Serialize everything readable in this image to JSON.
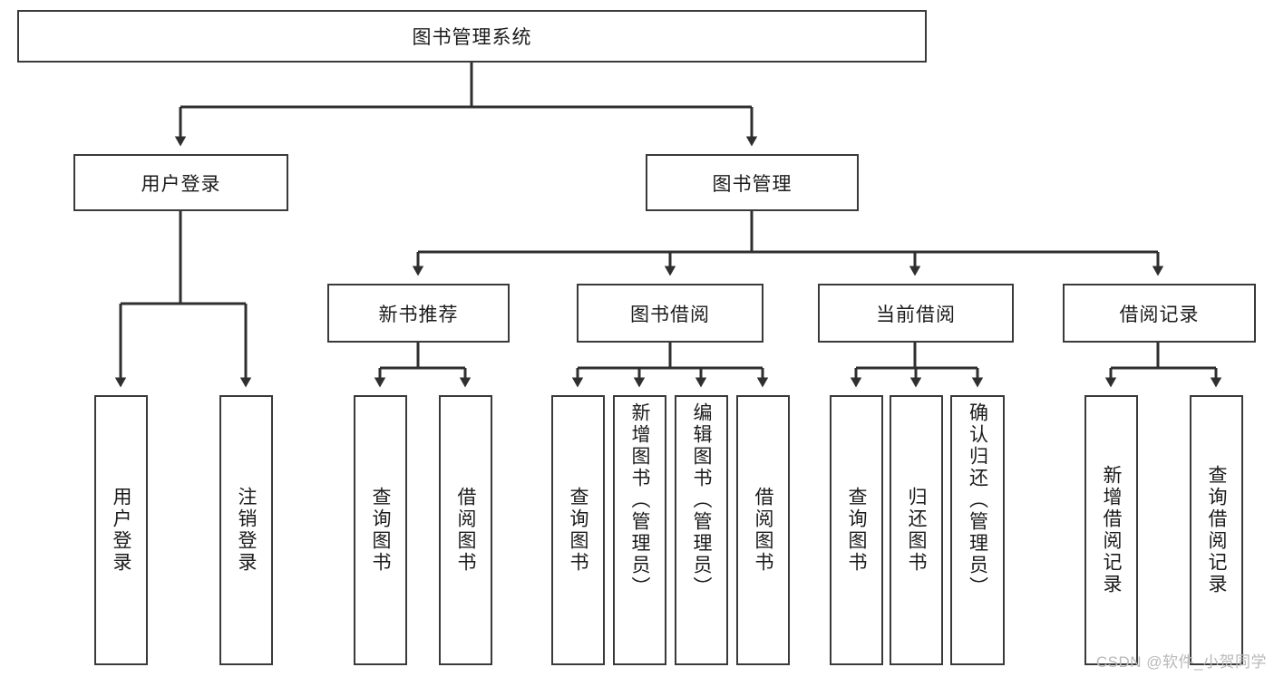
{
  "diagram": {
    "type": "tree-hierarchy-chart",
    "title": "图书管理系统",
    "colors": {
      "background": "#ffffff",
      "box_stroke": "#3a3a3a",
      "box_fill": "#ffffff",
      "text": "#1b1b1b",
      "connector": "#2f2f2f",
      "watermark": "#b9b9b9"
    },
    "root": {
      "label": "图书管理系统"
    },
    "level2": [
      {
        "label": "用户登录"
      },
      {
        "label": "图书管理"
      }
    ],
    "level3": [
      {
        "label": "新书推荐"
      },
      {
        "label": "图书借阅"
      },
      {
        "label": "当前借阅"
      },
      {
        "label": "借阅记录"
      }
    ],
    "leaves": {
      "user_login": [
        {
          "label": "用户登录"
        },
        {
          "label": "注销登录"
        }
      ],
      "new_book_recommend": [
        {
          "label": "查询图书"
        },
        {
          "label": "借阅图书"
        }
      ],
      "book_borrow": [
        {
          "label": "查询图书"
        },
        {
          "label": "新增图书（管理员）"
        },
        {
          "label": "编辑图书（管理员）"
        },
        {
          "label": "借阅图书"
        }
      ],
      "current_borrow": [
        {
          "label": "查询图书"
        },
        {
          "label": "归还图书"
        },
        {
          "label": "确认归还（管理员）"
        }
      ],
      "borrow_record": [
        {
          "label": "新增借阅记录"
        },
        {
          "label": "查询借阅记录"
        }
      ]
    }
  },
  "watermark": {
    "text": "CSDN @软件_小贺同学"
  }
}
